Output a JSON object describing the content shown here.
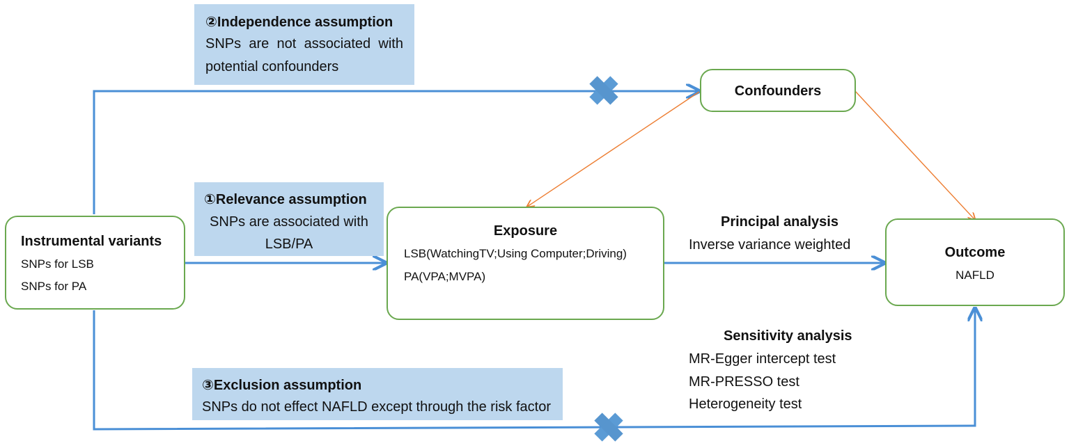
{
  "colors": {
    "node_border": "#6aa84f",
    "note_fill": "#bdd7ee",
    "arrow_blue": "#4a8fd6",
    "arrow_orange": "#ed7d31",
    "cross_fill": "#5b9bd5"
  },
  "independence": {
    "title": "②Independence assumption",
    "line1": "SNPs are not associated with",
    "line2": "potential confounders"
  },
  "relevance": {
    "title": "①Relevance assumption",
    "line1": "SNPs are associated with",
    "line2": "LSB/PA"
  },
  "exclusion": {
    "title": "③Exclusion assumption",
    "line1": "SNPs do not effect NAFLD except through the risk factor"
  },
  "instrumental": {
    "title": "Instrumental variants",
    "item1": "SNPs for LSB",
    "item2": "SNPs for PA"
  },
  "exposure": {
    "title": "Exposure",
    "item1": "LSB(WatchingTV;Using Computer;Driving)",
    "item2": "PA(VPA;MVPA)"
  },
  "confounders": {
    "title": "Confounders"
  },
  "outcome": {
    "title": "Outcome",
    "item1": "NAFLD"
  },
  "principal": {
    "title": "Principal analysis",
    "method": "Inverse variance weighted"
  },
  "sensitivity": {
    "title": "Sensitivity analysis",
    "tests": [
      "MR-Egger intercept test",
      "MR-PRESSO test",
      "Heterogeneity test"
    ]
  }
}
